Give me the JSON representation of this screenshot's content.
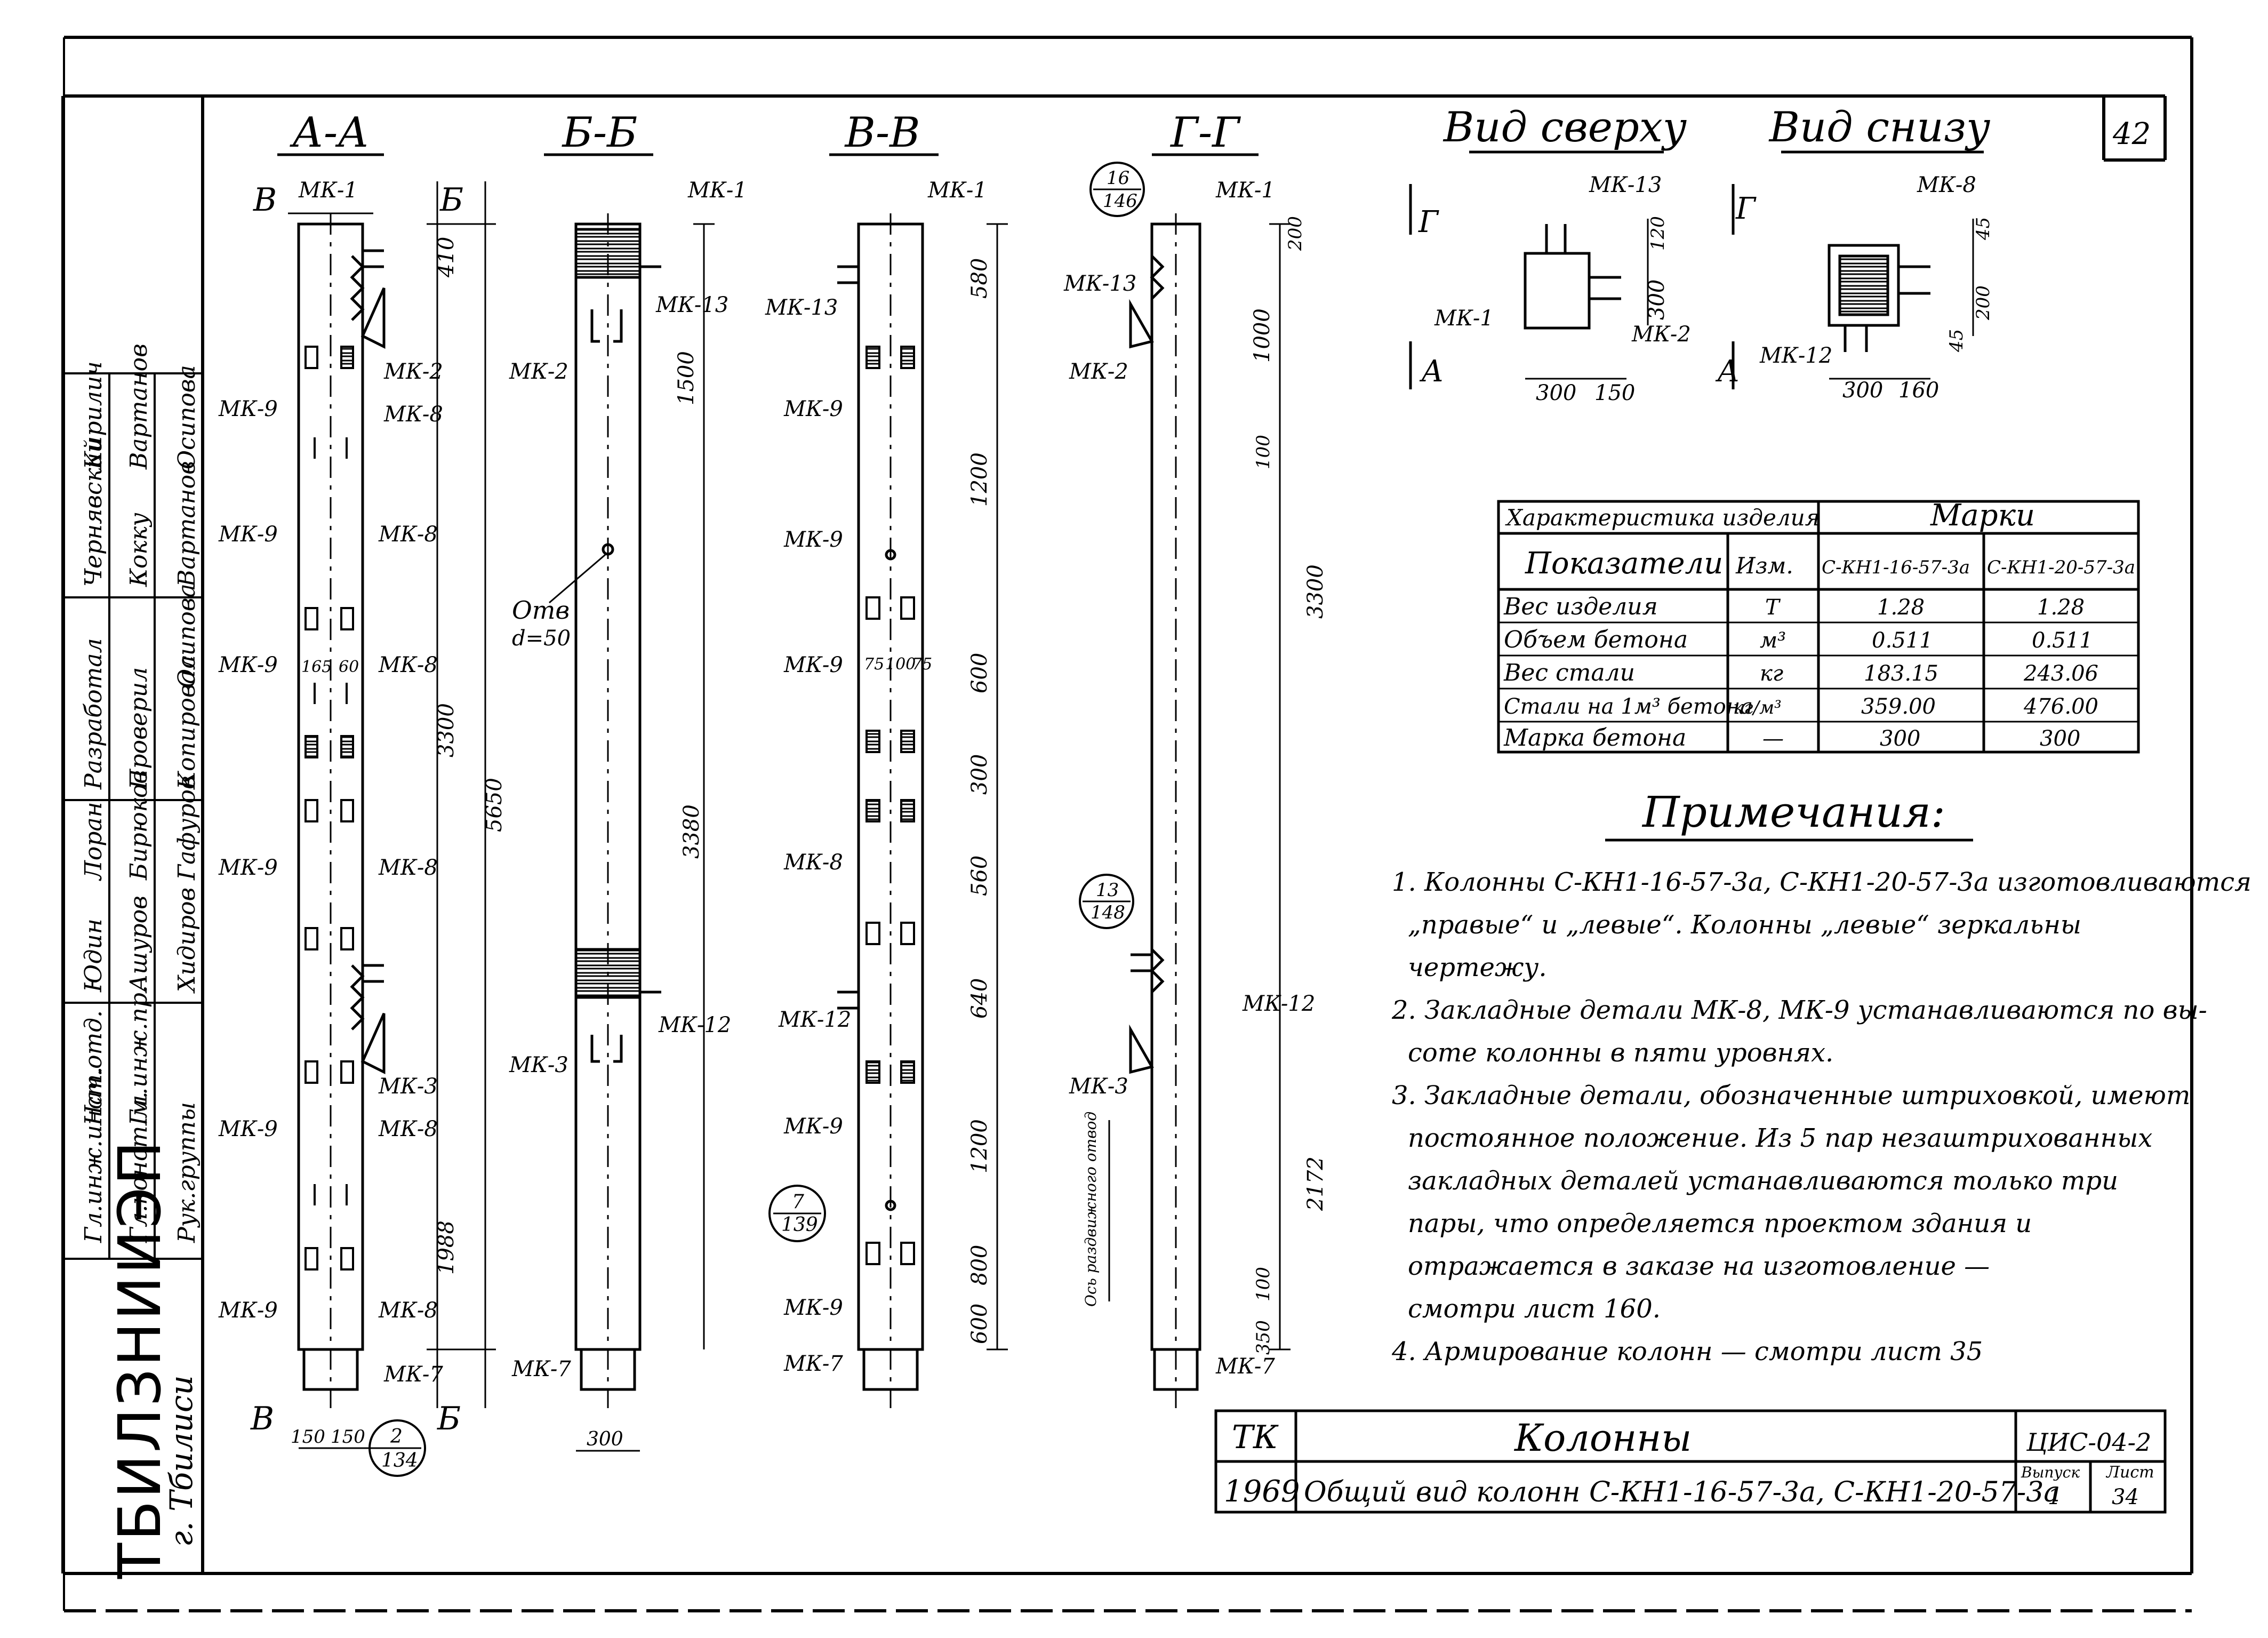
{
  "sheet_number": "42",
  "sections": {
    "aa": "А-А",
    "bb": "Б-Б",
    "vv": "В-В",
    "gg": "Г-Г",
    "top": "Вид сверху",
    "bottom": "Вид снизу"
  },
  "col_aa": {
    "sec_b_left": "В",
    "sec_b_right": "Б",
    "sec_b_left_bot": "В",
    "sec_b_right_bot": "Б",
    "mk1": "МК-1",
    "mk2": "МК-2",
    "mk8a": "МК-8",
    "mk9a": "МК-9",
    "mk9b": "МК-9",
    "mk8b": "МК-8",
    "mk9c": "МК-9",
    "mk8c": "МК-8",
    "mk9d": "МК-9",
    "mk8d": "МК-8",
    "mk3": "МК-3",
    "mk9e": "МК-9",
    "mk8e": "МК-8",
    "mk9f": "МК-9",
    "mk8f": "МК-8",
    "mk7": "МК-7",
    "dim_410": "410",
    "dim_3300": "3300",
    "dim_5650": "5650",
    "dim_1988": "1988",
    "dim_150a": "150",
    "dim_150b": "150",
    "mid_165": "165",
    "mid_60": "60",
    "callout_top": "2",
    "callout_bot": "134"
  },
  "col_bb": {
    "mk1": "МК-1",
    "mk13": "МК-13",
    "mk2": "МК-2",
    "otv": "Отв",
    "otv_d": "d=50",
    "mk12": "МК-12",
    "mk3": "МК-3",
    "mk7": "МК-7",
    "dim_1500": "1500",
    "dim_3380": "3380",
    "dim_300": "300"
  },
  "col_vv": {
    "mk1": "МК-1",
    "mk13": "МК-13",
    "mk9a": "МК-9",
    "mk9b": "МК-9",
    "mk9c": "МК-9",
    "mk8": "МК-8",
    "mk12": "МК-12",
    "mk9d": "МК-9",
    "mk9e": "МК-9",
    "mk7": "МК-7",
    "dim_580": "580",
    "dim_1200a": "1200",
    "dim_600": "600",
    "dim_300": "300",
    "dim_560": "560",
    "dim_640": "640",
    "dim_1200b": "1200",
    "dim_800": "800",
    "dim_600b": "600",
    "mid_75": "75",
    "mid_100": "100",
    "mid_75b": "75",
    "callout_top": "7",
    "callout_bot": "139"
  },
  "col_gg": {
    "callout1_top": "16",
    "callout1_bot": "146",
    "mk1": "МК-1",
    "mk13": "МК-13",
    "mk2": "МК-2",
    "callout2_top": "13",
    "callout2_bot": "148",
    "mk12": "МК-12",
    "mk3": "МК-3",
    "mk7": "МК-7",
    "axis_label": "Ось раздвижного отвод",
    "dim_200": "200",
    "dim_1000": "1000",
    "dim_100": "100",
    "dim_3300": "3300",
    "dim_2172": "2172",
    "dim_350": "350",
    "dim_100b": "100"
  },
  "view_top": {
    "mk13": "МК-13",
    "mk1": "МК-1",
    "mk2": "МК-2",
    "sec_g": "Г",
    "sec_a": "А",
    "dim_300": "300",
    "dim_150": "150",
    "dim_300v": "300",
    "dim_120": "120"
  },
  "view_bottom": {
    "mk8": "МК-8",
    "mk12": "МК-12",
    "sec_g": "Г",
    "sec_a": "А",
    "dim_300": "300",
    "dim_160": "160",
    "dim_200": "200",
    "dim_45": "45",
    "dim_45b": "45"
  },
  "char_table": {
    "title": "Характеристика изделия",
    "marks_header": "Марки",
    "col_indicators": "Показатели",
    "col_unit": "Изм.",
    "mark1": "С-КН1-16-57-3а",
    "mark2": "С-КН1-20-57-3а",
    "rows": [
      {
        "name": "Вес изделия",
        "unit": "Т",
        "v1": "1.28",
        "v2": "1.28"
      },
      {
        "name": "Объем бетона",
        "unit": "м³",
        "v1": "0.511",
        "v2": "0.511"
      },
      {
        "name": "Вес стали",
        "unit": "кг",
        "v1": "183.15",
        "v2": "243.06"
      },
      {
        "name": "Стали на 1м³ бетона",
        "unit": "кг/м³",
        "v1": "359.00",
        "v2": "476.00"
      },
      {
        "name": "Марка бетона",
        "unit": "—",
        "v1": "300",
        "v2": "300"
      }
    ]
  },
  "notes": {
    "title": "Примечания:",
    "lines": [
      "1. Колонны С-КН1-16-57-3а, С-КН1-20-57-3а изготовливаются",
      "„правые“ и „левые“. Колонны „левые“ зеркальны",
      "чертежу.",
      "2. Закладные детали МК-8, МК-9 устанавливаются по вы-",
      "соте колонны в пяти уровнях.",
      "3. Закладные детали, обозначенные штриховкой, имеют",
      "постоянное положение. Из 5 пар незаштрихованных",
      "закладных деталей устанавливаются только три",
      "пары, что определяется проектом здания и",
      "отражается в заказе на изготовление —",
      "смотри лист 160.",
      "4. Армирование колонн — смотри лист 35"
    ]
  },
  "stamp": {
    "roles": [
      "Гл.инж.инст.",
      "Нач.отд.",
      "Гл.конст.м.",
      "Гл.инж.пр.",
      "Рук.группы",
      "Проверил",
      "Разработал",
      "Копировал"
    ],
    "left_names": [
      "Юдин",
      "Ашуров",
      "Хидиров",
      "Лоран",
      "Бирюков",
      "Гафуров"
    ],
    "right_names": [
      "Чернявский",
      "Кокку",
      "Вартанов",
      "Осипова",
      "Кирилич",
      "Вартанов",
      "Осипова"
    ],
    "org": "ТБИЛЗНИИЭП",
    "city": "г. Тбилиси",
    "tk": "ТК",
    "year": "1969",
    "product": "Колонны",
    "subtitle": "Общий вид колонн С-КН1-16-57-3а, С-КН1-20-57-3а",
    "code": "ЦИС-04-2",
    "issue_label": "Выпуск",
    "issue": "1",
    "sheet_label": "Лист",
    "sheet": "34"
  }
}
